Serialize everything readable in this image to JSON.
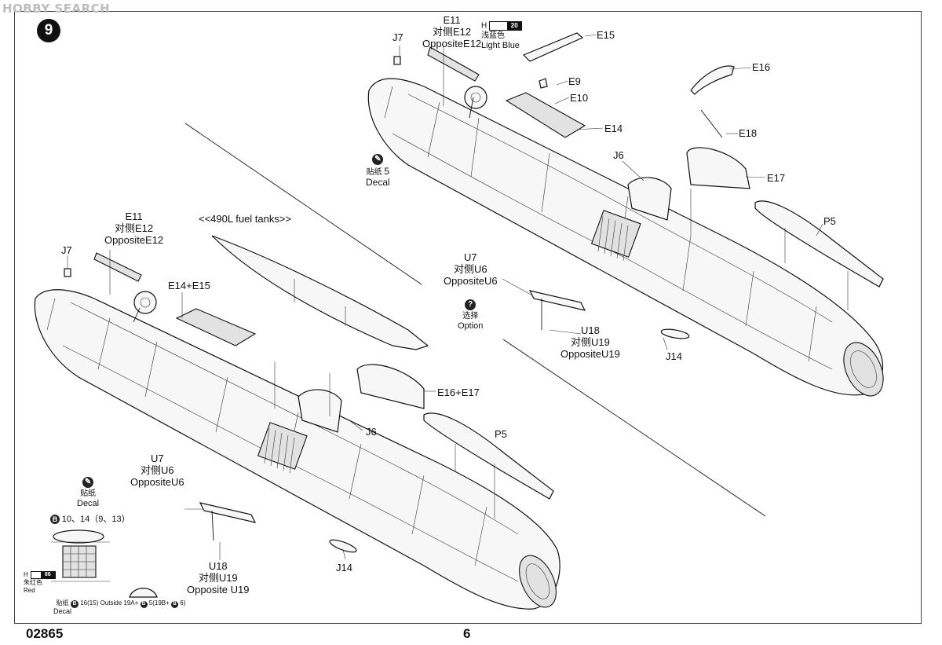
{
  "header": {
    "watermark": "HOBBY SEARCH",
    "step_number": "9"
  },
  "paints": {
    "light_blue": {
      "prefix": "H",
      "code": "20",
      "cn": "浅蓝色",
      "en": "Light Blue"
    },
    "red": {
      "prefix": "H",
      "code": "86",
      "cn": "朱红色",
      "en": "Red"
    }
  },
  "top_assembly": {
    "e11": [
      "E11",
      "对侧E12",
      "OppositeE12"
    ],
    "j7": "J7",
    "e15": "E15",
    "e9": "E9",
    "e10": "E10",
    "e14": "E14",
    "e16": "E16",
    "e18": "E18",
    "e17": "E17",
    "j6": "J6",
    "p5": "P5",
    "u7": [
      "U7",
      "对侧U6",
      "OppositeU6"
    ],
    "u18": [
      "U18",
      "对侧U19",
      "OppositeU19"
    ],
    "j14": "J14",
    "decal": {
      "cn": "贴纸",
      "num": "5",
      "en": "Decal"
    },
    "option": {
      "symbol": "?",
      "cn": "选择",
      "en": "Option"
    }
  },
  "bottom_assembly": {
    "e11": [
      "E11",
      "对侧E12",
      "OppositeE12"
    ],
    "j7": "J7",
    "fuel_tanks": "<<490L fuel tanks>>",
    "e14_e15": "E14+E15",
    "e16_e17": "E16+E17",
    "j6": "J6",
    "p5": "P5",
    "u7": [
      "U7",
      "对侧U6",
      "OppositeU6"
    ],
    "u18": [
      "U18",
      "对侧U19",
      "Opposite U19"
    ],
    "j14": "J14"
  },
  "decal_box": {
    "cn": "贴纸",
    "en": "Decal",
    "sheet_letter": "B",
    "numbers_top": "10、14（9、13）",
    "cn2": "贴纸",
    "en2": "Decal",
    "numbers_bottom": "16(15) Outside 19A+",
    "numbers_bottom_2": "5(19B+",
    "numbers_bottom_3": "6)"
  },
  "footer": {
    "code": "02865",
    "page": "6"
  }
}
